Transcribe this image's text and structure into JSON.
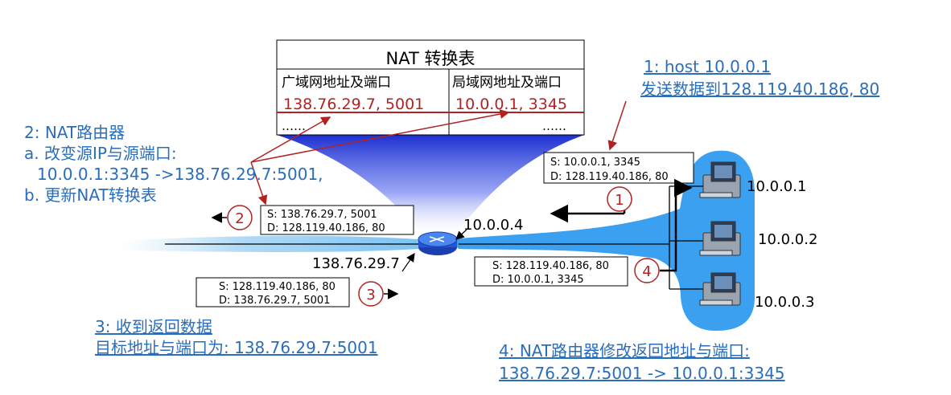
{
  "nat_table": {
    "title": "NAT 转换表",
    "col_wan": "广域网地址及端口",
    "col_lan": "局域网地址及端口",
    "row_wan": "138.76.29.7, 5001",
    "row_lan": "10.0.0.1, 3345",
    "dots_left": "……",
    "dots_right": "……"
  },
  "step1": {
    "line1": "1: host 10.0.0.1",
    "line2": "发送数据到128.119.40.186, 80"
  },
  "step2": {
    "line1": "2: NAT路由器",
    "line2": "a. 改变源IP与源端口:",
    "line3": "10.0.0.1:3345 ->138.76.29.7:5001,",
    "line4": "b. 更新NAT转换表"
  },
  "step3": {
    "line1": "3: 收到返回数据",
    "line2": "目标地址与端口为: 138.76.29.7:5001"
  },
  "step4": {
    "line1": "4: NAT路由器修改返回地址与端口:",
    "line2": "138.76.29.7:5001 -> 10.0.0.1:3345"
  },
  "packets": {
    "p1_s": "S: 10.0.0.1, 3345",
    "p1_d": "D: 128.119.40.186, 80",
    "p2_s": "S: 138.76.29.7, 5001",
    "p2_d": "D: 128.119.40.186, 80",
    "p3_s": "S: 128.119.40.186, 80",
    "p3_d": "D: 138.76.29.7, 5001",
    "p4_s": "S: 128.119.40.186, 80",
    "p4_d": "D: 10.0.0.1, 3345"
  },
  "badges": {
    "b1": "1",
    "b2": "2",
    "b3": "3",
    "b4": "4"
  },
  "addresses": {
    "router_lan": "10.0.0.4",
    "router_wan": "138.76.29.7",
    "host1": "10.0.0.1",
    "host2": "10.0.0.2",
    "host3": "10.0.0.3"
  },
  "colors": {
    "accent_blue": "#2a6ebb",
    "arrow_red": "#b22222",
    "lan_blue": "#3aa0ef"
  }
}
